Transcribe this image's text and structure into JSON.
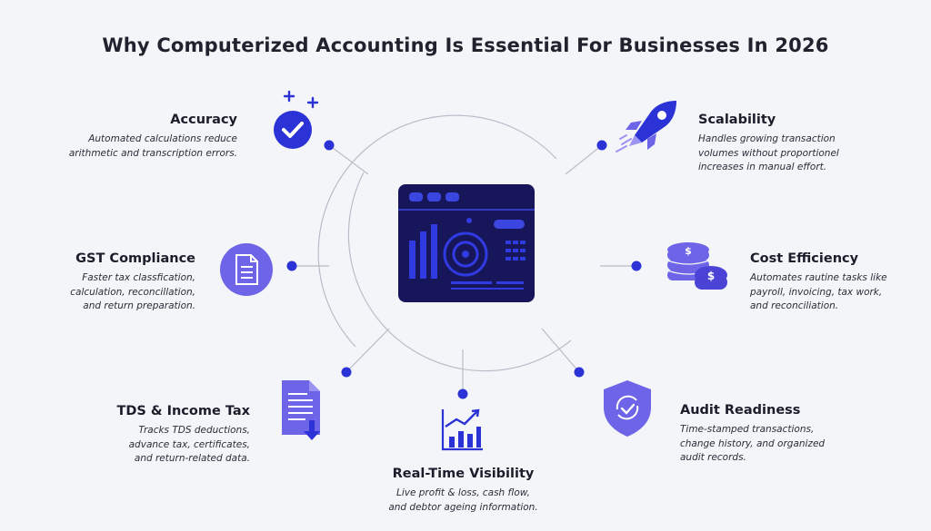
{
  "title": "Why Computerized Accounting Is Essential For Businesses In 2026",
  "colors": {
    "accent": "#2b32d6",
    "icon_light": "#6e64e8",
    "icon_dark": "#4b43d6",
    "line": "#b9bcc8",
    "screen": "#17165a"
  },
  "features": [
    {
      "id": "accuracy",
      "title": "Accuracy",
      "desc": [
        "Automated calculations reduce",
        "arithmetic and transcription errors."
      ],
      "icon": "check-circle-icon"
    },
    {
      "id": "gst",
      "title": "GST Compliance",
      "desc": [
        "Faster tax classfication,",
        "calculation, reconcillation,",
        "and return preparation."
      ],
      "icon": "document-icon"
    },
    {
      "id": "tds",
      "title": "TDS & Income Tax",
      "desc": [
        "Tracks TDS deductions,",
        "advance tax, certificates,",
        "and return-related data."
      ],
      "icon": "file-download-icon"
    },
    {
      "id": "realtime",
      "title": "Real-Time Visibility",
      "desc": [
        "Live profit & loss, cash flow,",
        "and debtor ageing information."
      ],
      "icon": "trend-chart-icon"
    },
    {
      "id": "audit",
      "title": "Audit Readiness",
      "desc": [
        "Time-stamped transactions,",
        "change history, and organized",
        "audit records."
      ],
      "icon": "shield-check-icon"
    },
    {
      "id": "cost",
      "title": "Cost Efficiency",
      "desc": [
        "Automates rautine tasks like",
        "payroll, invoicing, tax work,",
        "and reconciliation."
      ],
      "icon": "coins-icon"
    },
    {
      "id": "scalability",
      "title": "Scalability",
      "desc": [
        "Handles growing transaction",
        "volumes without proportionel",
        "increases in manual effort."
      ],
      "icon": "rocket-icon"
    }
  ],
  "center": {
    "icon": "dashboard-screen-icon"
  }
}
